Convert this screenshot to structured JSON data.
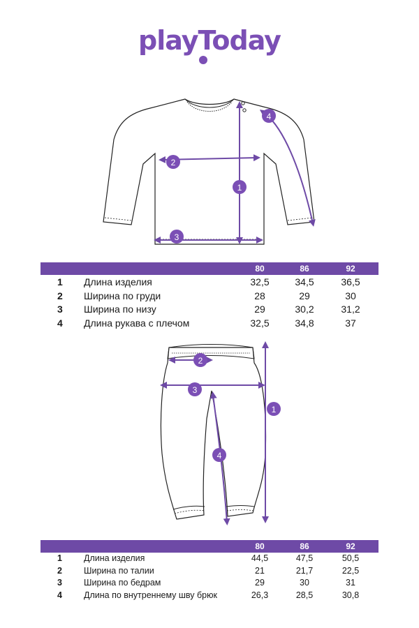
{
  "brand": {
    "logo_text": "playToday",
    "color": "#7b4fb5"
  },
  "accent_color": "#6e4aa6",
  "top_table": {
    "sizes": [
      "80",
      "86",
      "92"
    ],
    "rows": [
      {
        "num": "1",
        "label": "Длина изделия",
        "values": [
          "32,5",
          "34,5",
          "36,5"
        ]
      },
      {
        "num": "2",
        "label": "Ширина по груди",
        "values": [
          "28",
          "29",
          "30"
        ]
      },
      {
        "num": "3",
        "label": "Ширина по низу",
        "values": [
          "29",
          "30,2",
          "31,2"
        ]
      },
      {
        "num": "4",
        "label": "Длина рукава с плечом",
        "values": [
          "32,5",
          "34,8",
          "37"
        ]
      }
    ]
  },
  "bottom_table": {
    "sizes": [
      "80",
      "86",
      "92"
    ],
    "rows": [
      {
        "num": "1",
        "label": "Длина изделия",
        "values": [
          "44,5",
          "47,5",
          "50,5"
        ]
      },
      {
        "num": "2",
        "label": "Ширина по талии",
        "values": [
          "21",
          "21,7",
          "22,5"
        ]
      },
      {
        "num": "3",
        "label": "Ширина по бедрам",
        "values": [
          "29",
          "30",
          "31"
        ]
      },
      {
        "num": "4",
        "label": "Длина по внутреннему шву брюк",
        "values": [
          "26,3",
          "28,5",
          "30,8"
        ]
      }
    ]
  },
  "top_markers": [
    "1",
    "2",
    "3",
    "4"
  ],
  "bottom_markers": [
    "1",
    "2",
    "3",
    "4"
  ]
}
